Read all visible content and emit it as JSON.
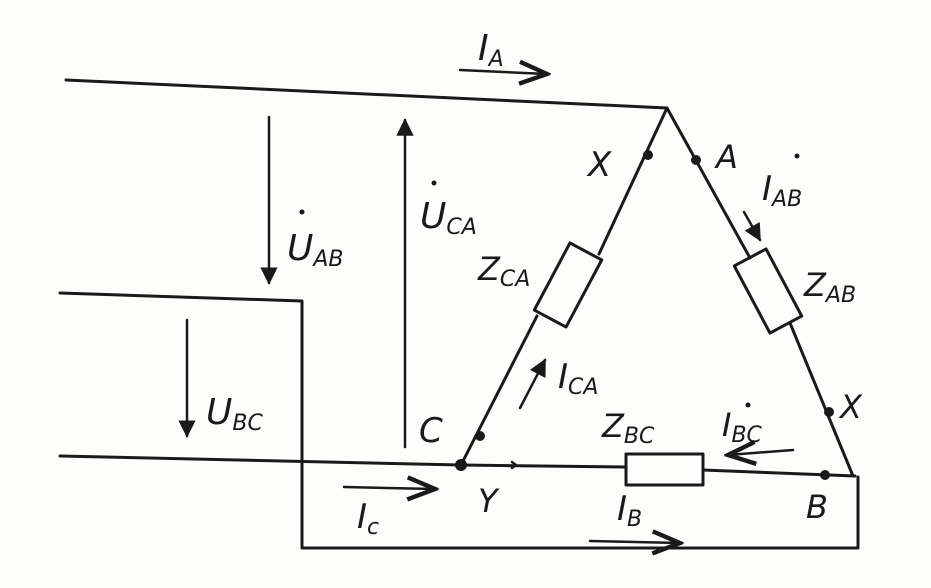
{
  "labels": {
    "ia_main": "I",
    "ia_sub": "A",
    "uab_main": "U",
    "uab_sub": "AB",
    "uca_main": "U",
    "uca_sub": "CA",
    "ubc_main": "U",
    "ubc_sub": "BC",
    "zca_main": "Z",
    "zca_sub": "CA",
    "zab_main": "Z",
    "zab_sub": "AB",
    "zbc_main": "Z",
    "zbc_sub": "BC",
    "ica_main": "I",
    "ica_sub": "CA",
    "iab_main": "I",
    "iab_sub": "AB",
    "ibc_main": "I",
    "ibc_sub": "BC",
    "ic_main": "I",
    "ic_sub": "c",
    "ib_main": "I",
    "ib_sub": "B",
    "node_x_top": "X",
    "node_a": "A",
    "node_x_right": "X",
    "node_c": "C",
    "node_y": "Y",
    "node_b": "B"
  }
}
